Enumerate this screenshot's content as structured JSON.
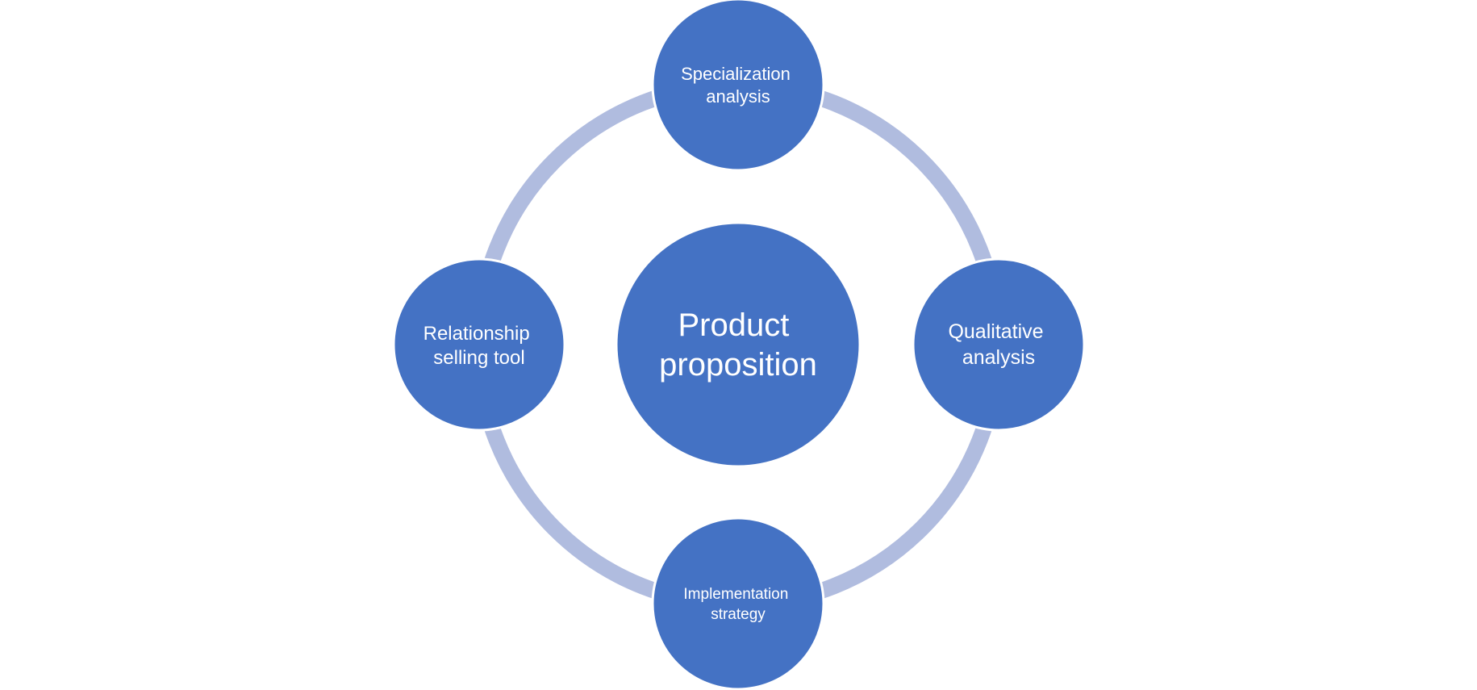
{
  "diagram": {
    "type": "radial-cycle",
    "colors": {
      "node_fill": "#4472C4",
      "node_stroke": "#ffffff",
      "ring": "#B0BCDF",
      "text": "#ffffff",
      "background": "#ffffff"
    },
    "center": {
      "lines": [
        "Product",
        "proposition"
      ]
    },
    "nodes": [
      {
        "id": "top",
        "lines": [
          "Specialization",
          "analysis"
        ]
      },
      {
        "id": "right",
        "lines": [
          "Qualitative",
          "analysis"
        ]
      },
      {
        "id": "bottom",
        "lines": [
          "Implementation",
          "strategy"
        ]
      },
      {
        "id": "left",
        "lines": [
          "Relationship",
          "selling tool"
        ]
      }
    ]
  }
}
